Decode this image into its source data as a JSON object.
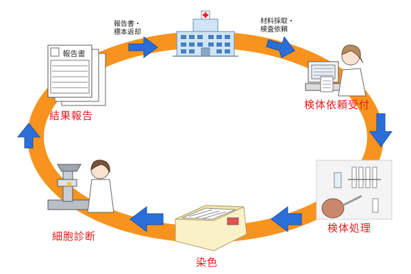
{
  "colors": {
    "ring": "#f7931e",
    "arrow": "#2a6fd8",
    "label": "#e8181c",
    "annotation": "#222222"
  },
  "stages": {
    "hospital": {
      "icon": "hospital-building-icon"
    },
    "reception": {
      "label": "検体依頼受付",
      "icon": "technician-computer-icon"
    },
    "processing": {
      "label": "検体処理",
      "icon": "lab-processing-icon"
    },
    "staining": {
      "label": "染色",
      "icon": "staining-machine-icon"
    },
    "diagnosis": {
      "label": "細胞診断",
      "icon": "microscope-doctor-icon"
    },
    "report": {
      "label": "結果報告",
      "icon": "report-document-icon"
    }
  },
  "annotations": {
    "return_line1": "報告書・",
    "return_line2": "標本返却",
    "collect_line1": "材料採取・",
    "collect_line2": "検査依頼"
  },
  "report_doc": {
    "title": "報告書"
  }
}
